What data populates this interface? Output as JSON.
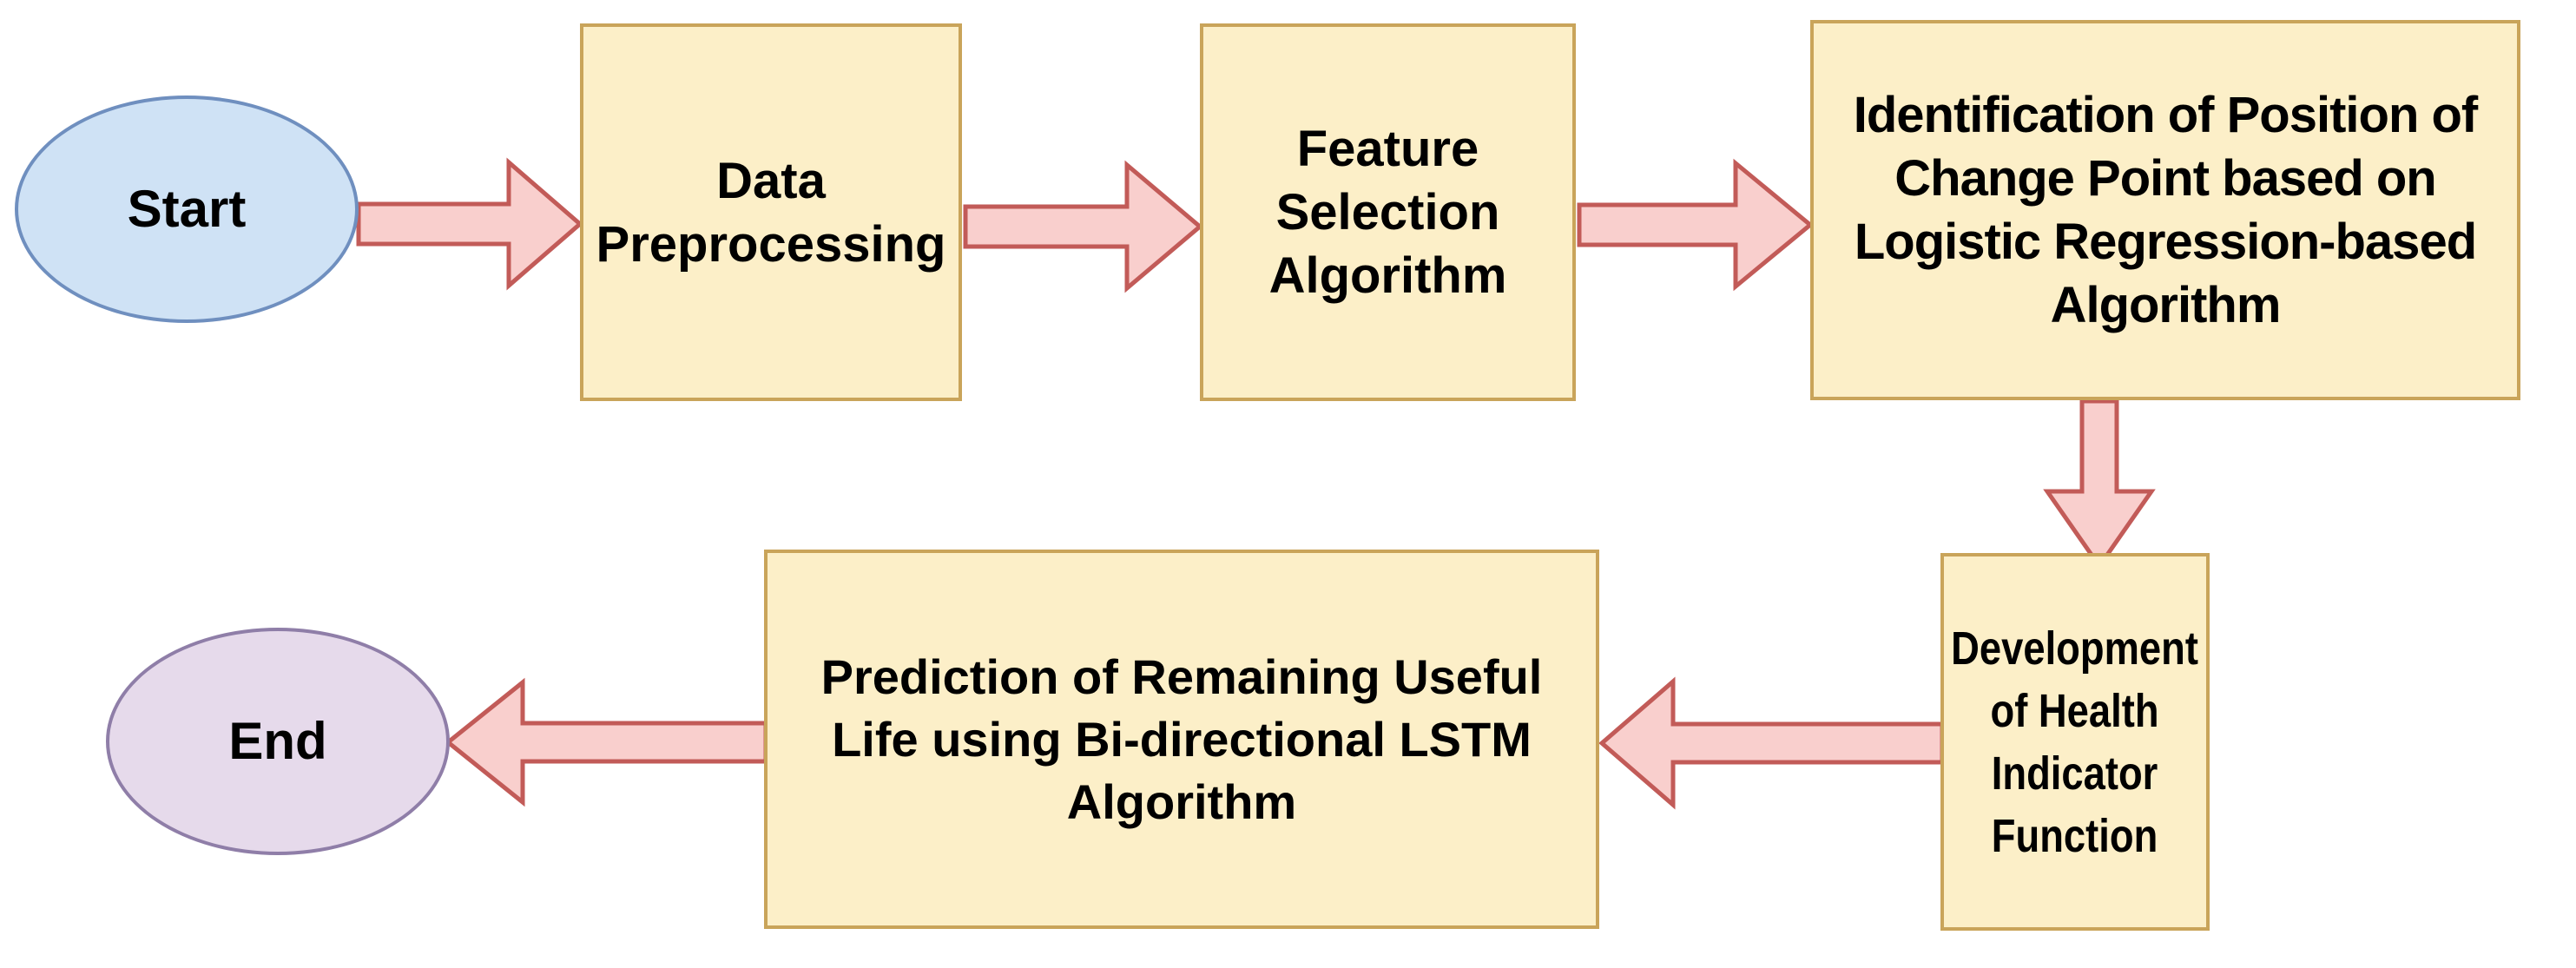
{
  "diagram": {
    "type": "flowchart",
    "title": "Remaining Useful Life prediction methodology flowchart",
    "nodes": {
      "start": {
        "shape": "ellipse",
        "label": "Start"
      },
      "data": {
        "shape": "process",
        "label": "Data\nPreprocessing"
      },
      "feat": {
        "shape": "process",
        "label": "Feature\nSelection\nAlgorithm"
      },
      "ident": {
        "shape": "process",
        "label": "Identification of Position of\nChange Point based on\nLogistic Regression-based\nAlgorithm"
      },
      "devel": {
        "shape": "process",
        "label": "Development\nof Health\nIndicator\nFunction"
      },
      "pred": {
        "shape": "process",
        "label": "Prediction of Remaining Useful\nLife using Bi-directional LSTM\nAlgorithm"
      },
      "end": {
        "shape": "ellipse",
        "label": "End"
      }
    },
    "flows": [
      {
        "from": "start",
        "to": "data",
        "direction": "right"
      },
      {
        "from": "data",
        "to": "feat",
        "direction": "right"
      },
      {
        "from": "feat",
        "to": "ident",
        "direction": "right"
      },
      {
        "from": "ident",
        "to": "devel",
        "direction": "down"
      },
      {
        "from": "devel",
        "to": "pred",
        "direction": "left"
      },
      {
        "from": "pred",
        "to": "end",
        "direction": "left"
      }
    ]
  },
  "colors": {
    "background": "#ffffff",
    "text": "#000000",
    "box_fill": "#fcefc8",
    "box_stroke": "#c9a45a",
    "arrow_fill": "#f9cfcd",
    "arrow_stroke": "#c25b58",
    "start_fill": "#cfe2f5",
    "start_stroke": "#6f8fbf",
    "end_fill": "#e6daeb",
    "end_stroke": "#8f7ea8"
  }
}
